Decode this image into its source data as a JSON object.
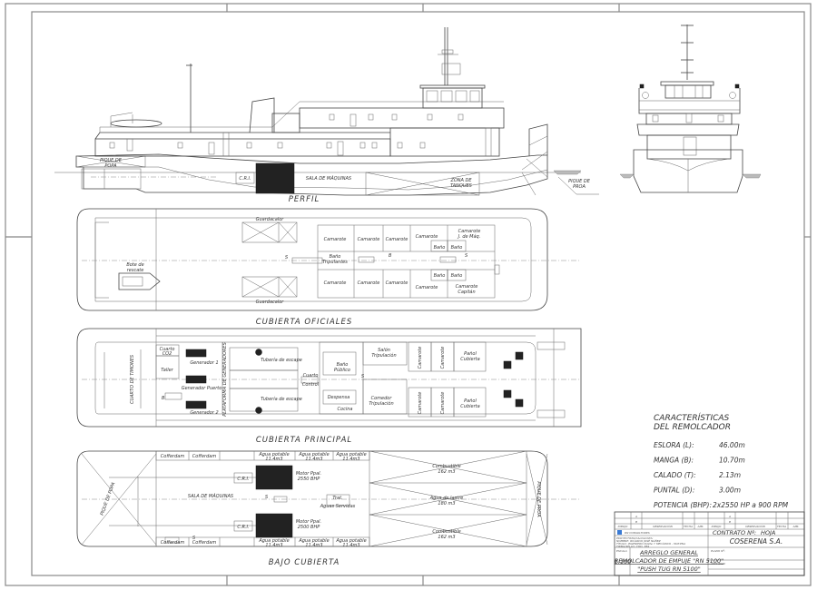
{
  "sheet": {
    "views": {
      "profile_title": "PERFIL",
      "officers_deck_title": "CUBIERTA OFICIALES",
      "main_deck_title": "CUBIERTA PRINCIPAL",
      "below_deck_title": "BAJO CUBIERTA"
    },
    "profile": {
      "aft_peak": [
        "PIQUE DE",
        "POPA"
      ],
      "cri": "C.R.I.",
      "engine_room": "SALA DE MÁQUINAS",
      "tank_zone": [
        "ZONA DE",
        "TANQUES"
      ],
      "fore_peak": [
        "PIQUE DE",
        "PROA"
      ]
    },
    "officers_deck": {
      "rescue_boat": [
        "Bote de",
        "rescate"
      ],
      "guardacalor": "Guardacalor",
      "stair_s": "S",
      "stair_b": "B",
      "bano_tripulantes": [
        "Baño",
        "Tripulantes"
      ],
      "camarote": "Camarote",
      "bano": "Baño",
      "camarote_jefe": [
        "Camarote",
        "J. de Máq."
      ],
      "camarote_capitan": [
        "Camarote",
        "Capitán"
      ]
    },
    "main_deck": {
      "steering_room": "CUARTO DE TIMONES",
      "co2_room": [
        "Cuarto",
        "CO2"
      ],
      "workshop": "Taller",
      "gen1": "Generador 1",
      "gen_port": "Generador Puerto",
      "gen2": "Generador 2",
      "gen_platform": "PLATAFORMA DE GENERADORES",
      "exhaust": "Tubería de escape",
      "control_room": [
        "Cuarto",
        "Control"
      ],
      "public_bath": [
        "Baño",
        "Público"
      ],
      "pantry": "Despensa",
      "kitchen": "Cocina",
      "crew_lounge": [
        "Salón",
        "Tripulación"
      ],
      "crew_mess": [
        "Comedor",
        "Tripulación"
      ],
      "camarote": "Camarote",
      "deck_store": [
        "Pañol",
        "Cubierta"
      ],
      "stair_s": "S",
      "stair_b": "B"
    },
    "below_deck": {
      "aft_peak": "PIQUE DE POPA",
      "fore_peak": "PIQUE DE PROA",
      "cofferdam": "Cofferdam",
      "potable_water": [
        "Agua potable",
        "11.4m3"
      ],
      "engine_room": "SALA DE MÁQUINAS",
      "cri": "C.R.I.",
      "motor_port": [
        "Motor Ppal.",
        "2550 BHP"
      ],
      "motor_stbd": [
        "Motor Ppal.",
        "2500 BHP"
      ],
      "treatment": [
        "Trat.",
        "Aguas Servidas"
      ],
      "fuel_top": [
        "Combustible",
        "162 m3"
      ],
      "ballast": [
        "Agua de lastre",
        "180 m3"
      ],
      "fuel_bottom": [
        "Combustible",
        "162 m3"
      ],
      "stair_s": "S"
    },
    "characteristics": {
      "title": [
        "CARACTERÍSTICAS",
        "DEL REMOLCADOR"
      ],
      "rows": [
        {
          "label": "ESLORA (L):",
          "value": "46.00m"
        },
        {
          "label": "MANGA (B):",
          "value": "10.70m"
        },
        {
          "label": "CALADO (T):",
          "value": "2.13m"
        },
        {
          "label": "PUNTAL (D):",
          "value": "3.00m"
        },
        {
          "label": "POTENCIA (BHP):",
          "value": "2x2550 HP a 900 RPM"
        }
      ]
    },
    "title_block": {
      "rev_headers": [
        "DIBUJO",
        "OBSERVACIÓN",
        "FECHA",
        "APR."
      ],
      "rev_headers_right": [
        "DIBUJO",
        "OBSERVACIÓN",
        "FECHA",
        "APR."
      ],
      "rev_markers": [
        "A",
        "B"
      ],
      "consultant": "RN CONSULTORES",
      "project_lines": [
        "PROYECTISTA/CALCULISTA:",
        "NOMBRE: RICARDO JOSÉ NÚÑEZ",
        "TÍTULO: INGENIERO NAVAL Y MECÁNICO - MAT.PNA",
        "FIRMA/SELLO: COD. 384"
      ],
      "contract_label": "CONTRATO Nº:",
      "sheet_label": "HOJA",
      "client": "COSERENA S.A.",
      "scale_label": "ESCALA",
      "scale": "1:100",
      "drawing_title": [
        "ARREGLO GENERAL",
        "REMOLCADOR DE EMPUJE \"RN 5100\"",
        "\"PUSH TUG RN 5100\""
      ],
      "plan_no_label": "PLANO Nº:",
      "shipowner_label": "ARMADOR:"
    }
  }
}
